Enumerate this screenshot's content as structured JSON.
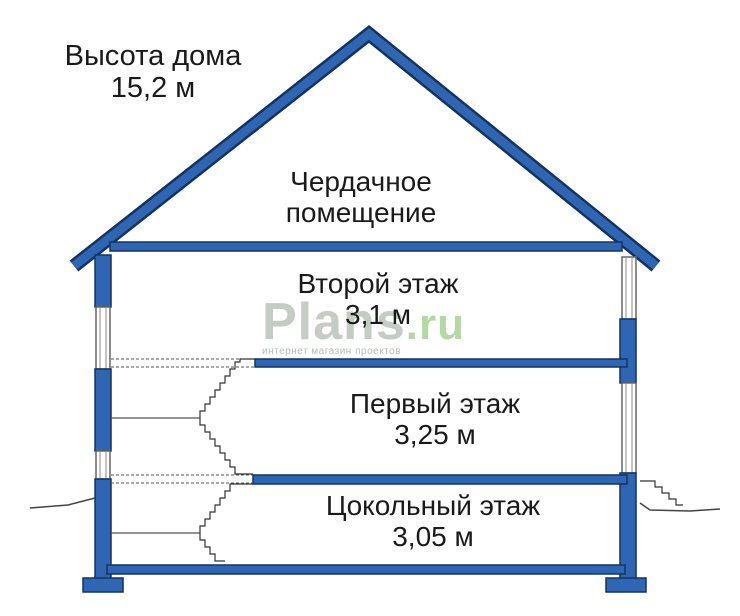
{
  "colors": {
    "wall": "#2f66b4",
    "outline": "#14345f",
    "line": "#444444",
    "background": "#ffffff"
  },
  "labels": {
    "house_height": {
      "line1": "Высота дома",
      "line2": "15,2 м"
    },
    "attic": {
      "line1": "Чердачное",
      "line2": "помещение"
    },
    "second_floor": {
      "line1": "Второй этаж",
      "line2": "3,1 м"
    },
    "first_floor": {
      "line1": "Первый этаж",
      "line2": "3,25 м"
    },
    "basement_floor": {
      "line1": "Цокольный этаж",
      "line2": "3,05 м"
    }
  },
  "watermark": {
    "brand": "Plans",
    "tld": ".ru",
    "tagline": "интернет магазин проектов"
  }
}
